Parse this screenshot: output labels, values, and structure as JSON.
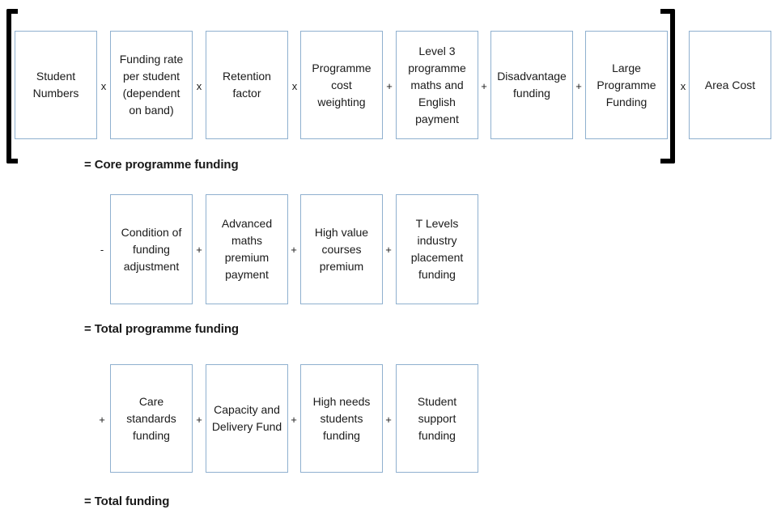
{
  "row1": {
    "boxes": [
      {
        "label": "Student\nNumbers"
      },
      {
        "label": "Funding rate\nper student\n(dependent\non band)"
      },
      {
        "label": "Retention\nfactor"
      },
      {
        "label": "Programme\ncost\nweighting"
      },
      {
        "label": "Level 3\nprogramme\nmaths and\nEnglish\npayment"
      },
      {
        "label": "Disadvantage\nfunding"
      },
      {
        "label": "Large\nProgramme\nFunding"
      },
      {
        "label": "Area Cost"
      }
    ],
    "operators": [
      "x",
      "x",
      "x",
      "+",
      "+",
      "+",
      "x"
    ],
    "result": "= Core programme funding"
  },
  "row2": {
    "leading_operator": "-",
    "boxes": [
      {
        "label": "Condition of\nfunding\nadjustment"
      },
      {
        "label": "Advanced\nmaths\npremium\npayment"
      },
      {
        "label": "High value\ncourses\npremium"
      },
      {
        "label": "T Levels\nindustry\nplacement\nfunding"
      }
    ],
    "operators": [
      "+",
      "+",
      "+"
    ],
    "result": "= Total programme funding"
  },
  "row3": {
    "leading_operator": "+",
    "boxes": [
      {
        "label": "Care\nstandards\nfunding"
      },
      {
        "label": "Capacity and\nDelivery Fund"
      },
      {
        "label": "High needs\nstudents\nfunding"
      },
      {
        "label": "Student\nsupport\nfunding"
      }
    ],
    "operators": [
      "+",
      "+",
      "+"
    ],
    "result": "= Total funding"
  },
  "colors": {
    "box_border": "#8fb0cf",
    "bracket": "#000000",
    "text": "#1a1a1a"
  }
}
